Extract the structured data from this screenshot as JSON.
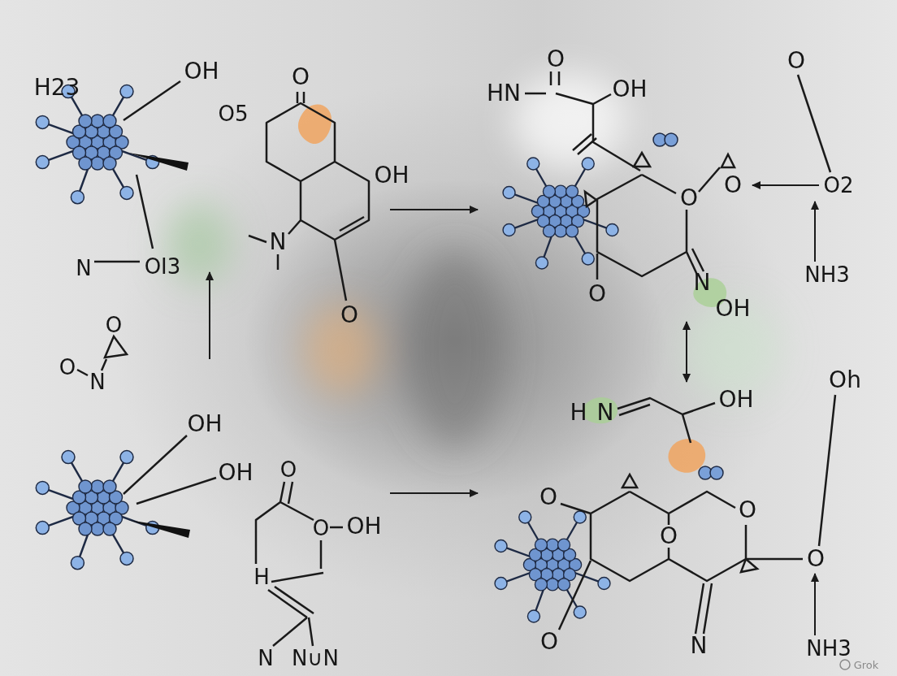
{
  "diagram": {
    "labels": [
      "H23",
      "OH",
      "O5",
      "N",
      "OI3",
      "O",
      "OH",
      "N",
      "O",
      "O",
      "O",
      "N",
      "OH",
      "OH",
      "O",
      "OH",
      "O",
      "H",
      "N",
      "N∪N",
      "O",
      "HN",
      "OH",
      "O",
      "O",
      "O",
      "O2",
      "NH3",
      "O",
      "N",
      "OH",
      "H",
      "N",
      "OH",
      "Oh",
      "O",
      "O",
      "O",
      "O",
      "O",
      "N",
      "NH3",
      "Grok"
    ]
  }
}
